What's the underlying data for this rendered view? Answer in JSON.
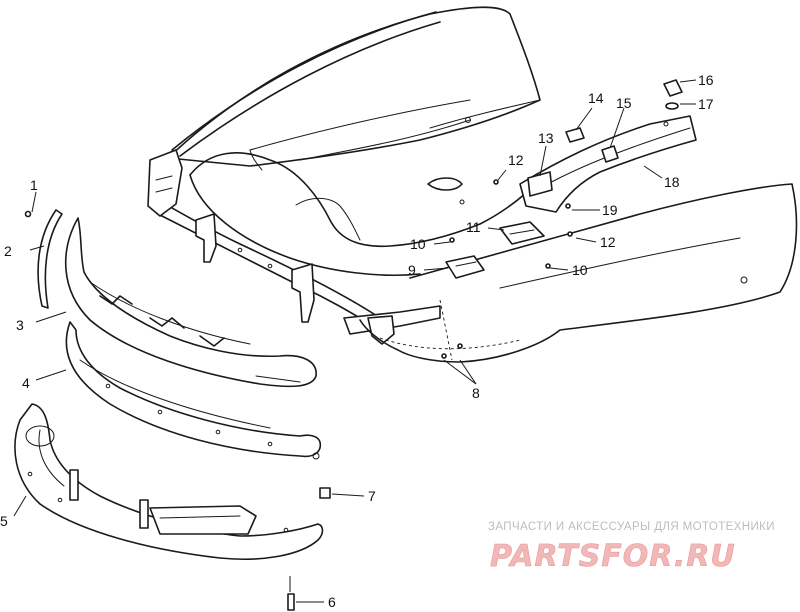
{
  "diagram": {
    "callouts": [
      {
        "id": "callout-1",
        "label": "1"
      },
      {
        "id": "callout-2",
        "label": "2"
      },
      {
        "id": "callout-3",
        "label": "3"
      },
      {
        "id": "callout-4",
        "label": "4"
      },
      {
        "id": "callout-5",
        "label": "5"
      },
      {
        "id": "callout-6",
        "label": "6"
      },
      {
        "id": "callout-7",
        "label": "7"
      },
      {
        "id": "callout-8",
        "label": "8"
      },
      {
        "id": "callout-9",
        "label": "9"
      },
      {
        "id": "callout-10a",
        "label": "10"
      },
      {
        "id": "callout-10b",
        "label": "10"
      },
      {
        "id": "callout-11",
        "label": "11"
      },
      {
        "id": "callout-12a",
        "label": "12"
      },
      {
        "id": "callout-12b",
        "label": "12"
      },
      {
        "id": "callout-13",
        "label": "13"
      },
      {
        "id": "callout-14",
        "label": "14"
      },
      {
        "id": "callout-15",
        "label": "15"
      },
      {
        "id": "callout-16",
        "label": "16"
      },
      {
        "id": "callout-17",
        "label": "17"
      },
      {
        "id": "callout-18",
        "label": "18"
      },
      {
        "id": "callout-19",
        "label": "19"
      }
    ]
  },
  "watermark": {
    "tagline": "ЗАПЧАСТИ И АКСЕССУАРЫ ДЛЯ МОТОТЕХНИКИ",
    "logo": "PARTSFOR.RU",
    "color": "#e89a9a"
  }
}
